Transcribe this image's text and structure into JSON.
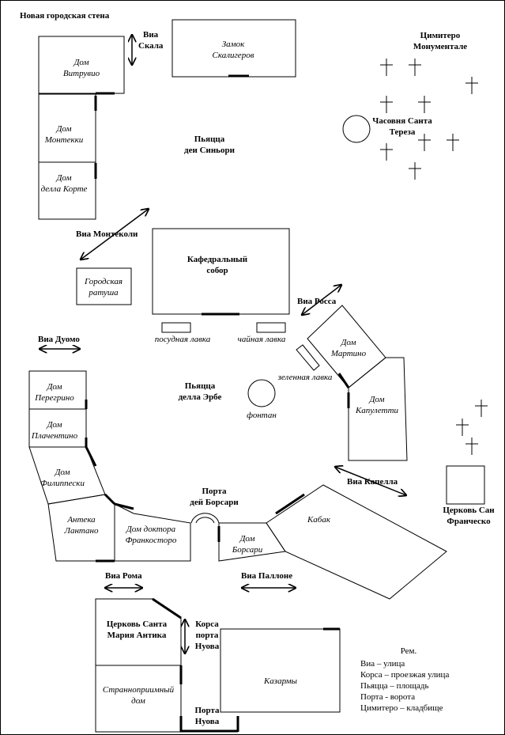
{
  "title": "Новая городская стена",
  "buildings": {
    "vitruvio": [
      "Дом",
      "Витрувио"
    ],
    "scaliger": [
      "Замок",
      "Скалигеров"
    ],
    "montecchi": [
      "Дом",
      "Монтекки"
    ],
    "della_corte": [
      "Дом",
      "делла Корте"
    ],
    "ratusha": [
      "Городская",
      "ратуша"
    ],
    "cathedral": [
      "Кафедральный",
      "собор"
    ],
    "posuda": "посудная лавка",
    "chai": "чайная лавка",
    "zelen": "зеленная лавка",
    "martino": [
      "Дом",
      "Мартино"
    ],
    "capuletti": [
      "Дом",
      "Капулетти"
    ],
    "peregrino": [
      "Дом",
      "Перегрино"
    ],
    "placentino": [
      "Дом",
      "Плачентино"
    ],
    "filippeski": [
      "Дом",
      "Филиппески"
    ],
    "apteka": [
      "Антека",
      "Лантано"
    ],
    "fracastoro": [
      "Дом доктора",
      "Франкосторо"
    ],
    "fontan": "фонтан",
    "borsari": [
      "Дом",
      "Борсари"
    ],
    "kabak": "Кабак",
    "santa_maria": [
      "Церковь Санта",
      "Мария Антика"
    ],
    "hospice": [
      "Странноприимный",
      "дом"
    ],
    "kazarmy": "Казармы",
    "san_francesco": [
      "Церковь Сан",
      "Франческо"
    ]
  },
  "places": {
    "via_scala": [
      "Виа",
      "Скала"
    ],
    "cimitero": [
      "Цимитеро",
      "Монументале"
    ],
    "chapel": [
      "Часовня Санта",
      "Тереза"
    ],
    "piazza_signori": [
      "Пьяцца",
      "деи Синьори"
    ],
    "via_montecoli": "Виа  Монтеколи",
    "via_rossa": "Виа  Росса",
    "via_duomo": "Виа  Дуомо",
    "piazza_erbe": [
      "Пьяцца",
      "делла Эрбе"
    ],
    "porta_borsari": [
      "Порта",
      "дей Борсари"
    ],
    "via_capella": "Виа  Капелла",
    "via_roma": "Виа Рома",
    "via_pallone": "Виа Паллоне",
    "corsa_porta_nuova": [
      "Корса",
      "порта",
      "Нуова"
    ],
    "porta_nuova": [
      "Порта",
      "Нуова"
    ]
  },
  "legend": {
    "title": "Рем.",
    "lines": [
      "Виа – улица",
      "Корса – проезжая улица",
      "Пьяцца – площадь",
      "Порта - ворота",
      "Цимитеро – кладбище"
    ]
  }
}
